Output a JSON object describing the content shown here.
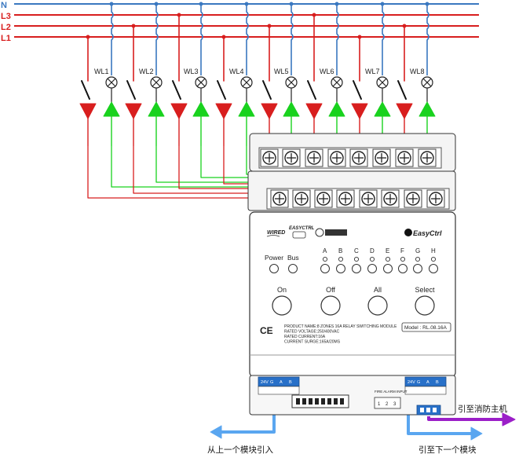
{
  "bus_lines": [
    {
      "label": "N",
      "color": "#3a78c0"
    },
    {
      "label": "L3",
      "color": "#d81e1e"
    },
    {
      "label": "L2",
      "color": "#d81e1e"
    },
    {
      "label": "L1",
      "color": "#d81e1e"
    }
  ],
  "loads": [
    "WL1",
    "WL2",
    "WL3",
    "WL4",
    "WL5",
    "WL6",
    "WL7",
    "WL8"
  ],
  "module": {
    "brand_logos": [
      "WIRED",
      "EASYCTRL",
      "EasyCtrl"
    ],
    "indicator_labels": {
      "power": "Power",
      "bus": "Bus"
    },
    "channels": [
      "A",
      "B",
      "C",
      "D",
      "E",
      "F",
      "G",
      "H"
    ],
    "buttons": [
      "On",
      "Off",
      "All",
      "Select"
    ],
    "ce_mark": "CE",
    "info_lines": [
      "PRODUCT NAME:8 ZONES 16A RELAY SWITCHING MODULE",
      "RATED VOLTAGE:250/400VAC",
      "RATED CURRENT:16A",
      "CURRENT SURGE:165A/20MS"
    ],
    "model": "Model : RL.08.16A",
    "bus_terminals_left": [
      "24V",
      "G",
      "A",
      "B"
    ],
    "bus_terminals_right": [
      "24V",
      "G",
      "A",
      "B"
    ],
    "fire_alarm_label": "FIRE ALARM INPUT",
    "fire_alarm_terminals": [
      "1",
      "2",
      "3"
    ]
  },
  "annotations": {
    "from_previous": "从上一个模块引入",
    "to_next": "引至下一个模块",
    "to_fire_host": "引至消防主机"
  },
  "colors": {
    "live": "#d81e1e",
    "neutral": "#3a78c0",
    "green": "#19d21e",
    "arrow_blue": "#5aa6f0",
    "arrow_purple": "#9b1fc8"
  }
}
